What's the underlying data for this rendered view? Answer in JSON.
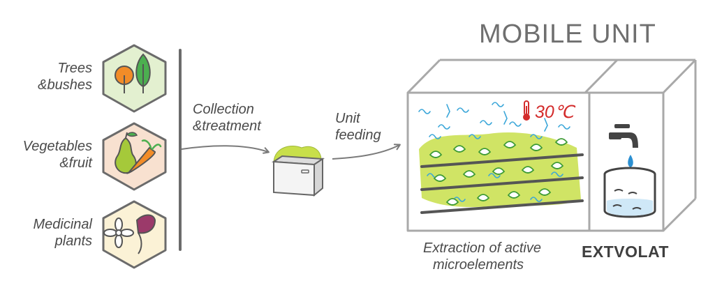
{
  "title": "MOBILE UNIT",
  "sources": [
    {
      "line1": "Trees",
      "line2": "&bushes",
      "icon": "tree-icon"
    },
    {
      "line1": "Vegetables",
      "line2": "&fruit",
      "icon": "pear-carrot-icon"
    },
    {
      "line1": "Medicinal",
      "line2": "plants",
      "icon": "flower-leaf-icon"
    }
  ],
  "steps": {
    "collection_line1": "Collection",
    "collection_line2": "&treatment",
    "feeding_line1": "Unit",
    "feeding_line2": "feeding"
  },
  "unit": {
    "temperature": "30℃",
    "extraction_line1": "Extraction of active",
    "extraction_line2": "microelements",
    "brand": "EXTVOLAT"
  },
  "colors": {
    "hex_border": "#6b6b6b",
    "hex_fill_1": "#e3f0d0",
    "hex_fill_2": "#f8e1d0",
    "hex_fill_3": "#fbf2d6",
    "biomass": "#c8df4a",
    "leaf": "#3e9b35",
    "vapor": "#3aa6d9",
    "temperature": "#d32b2b",
    "water": "#2b8fd1",
    "frame": "#a9a9a9"
  }
}
